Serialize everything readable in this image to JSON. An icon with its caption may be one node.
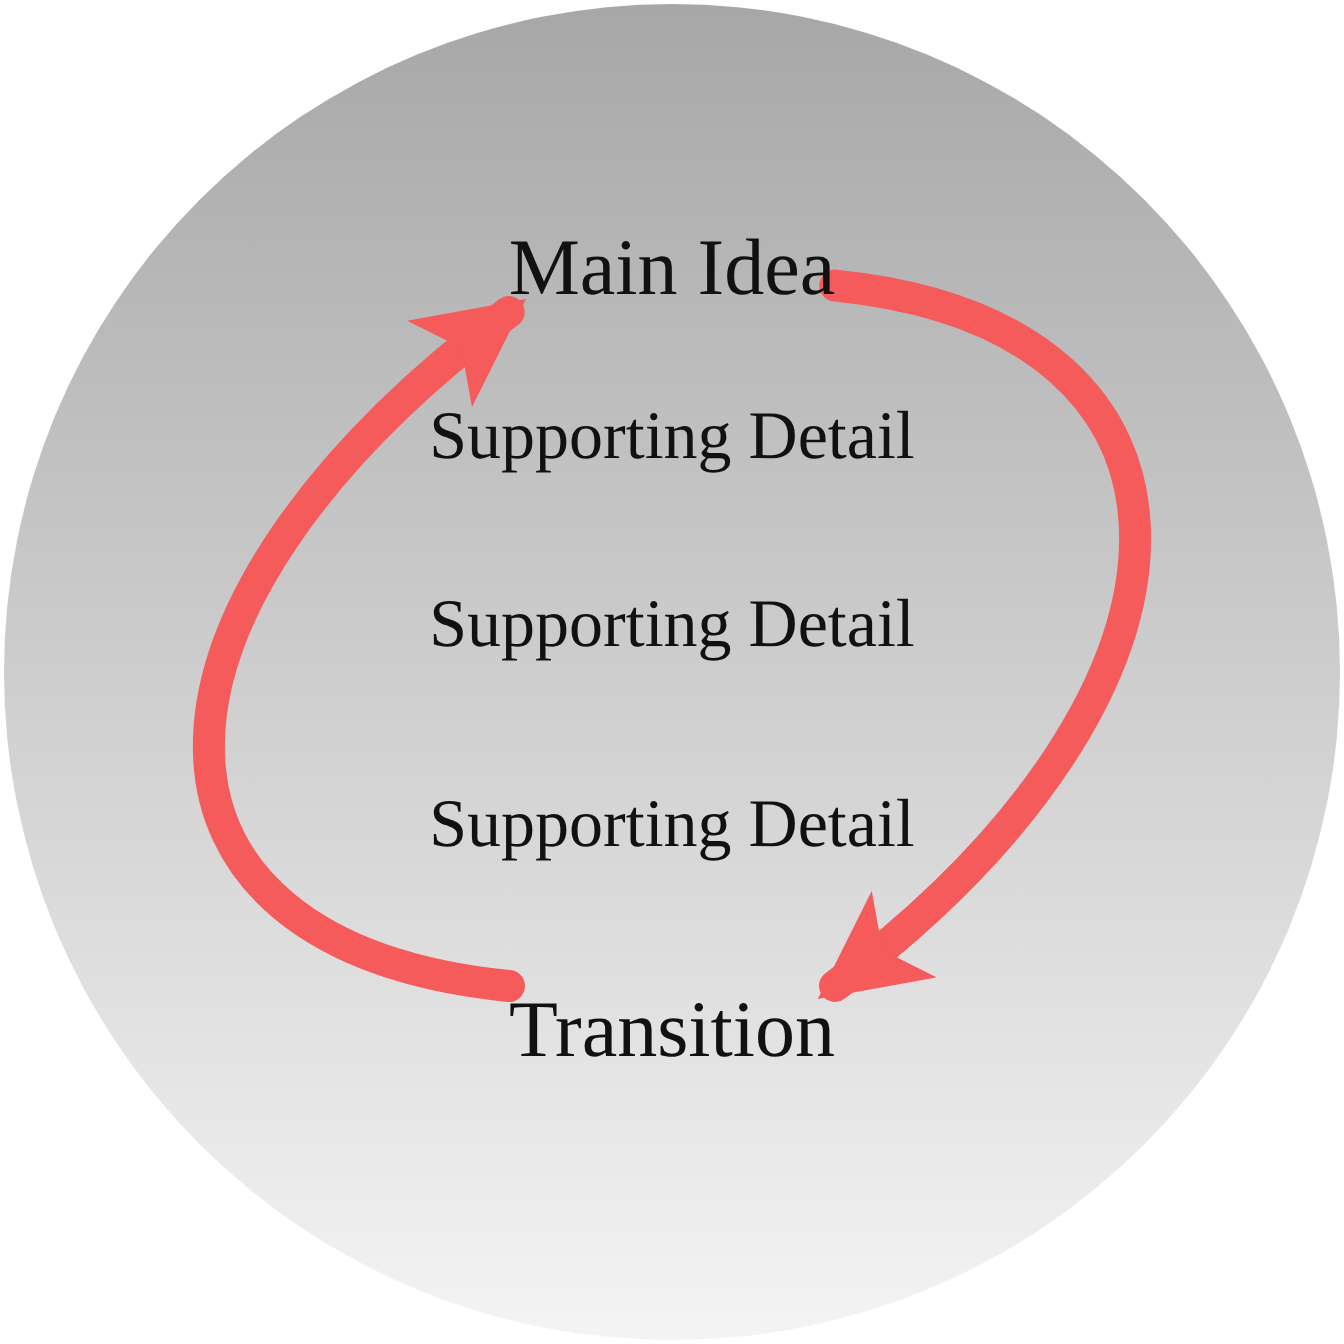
{
  "diagram": {
    "nodes": [
      {
        "text": [
          "Main Idea"
        ]
      },
      {
        "text": [
          "Supporting Detail"
        ]
      },
      {
        "text": [
          "Supporting Detail"
        ]
      },
      {
        "text": [
          "Supporting Detail"
        ]
      },
      {
        "text": [
          "Transition"
        ]
      }
    ],
    "edges": [
      {
        "from": 0,
        "to": 4,
        "arrow": "to"
      },
      {
        "from": 4,
        "to": 0,
        "arrow": "to"
      }
    ]
  }
}
